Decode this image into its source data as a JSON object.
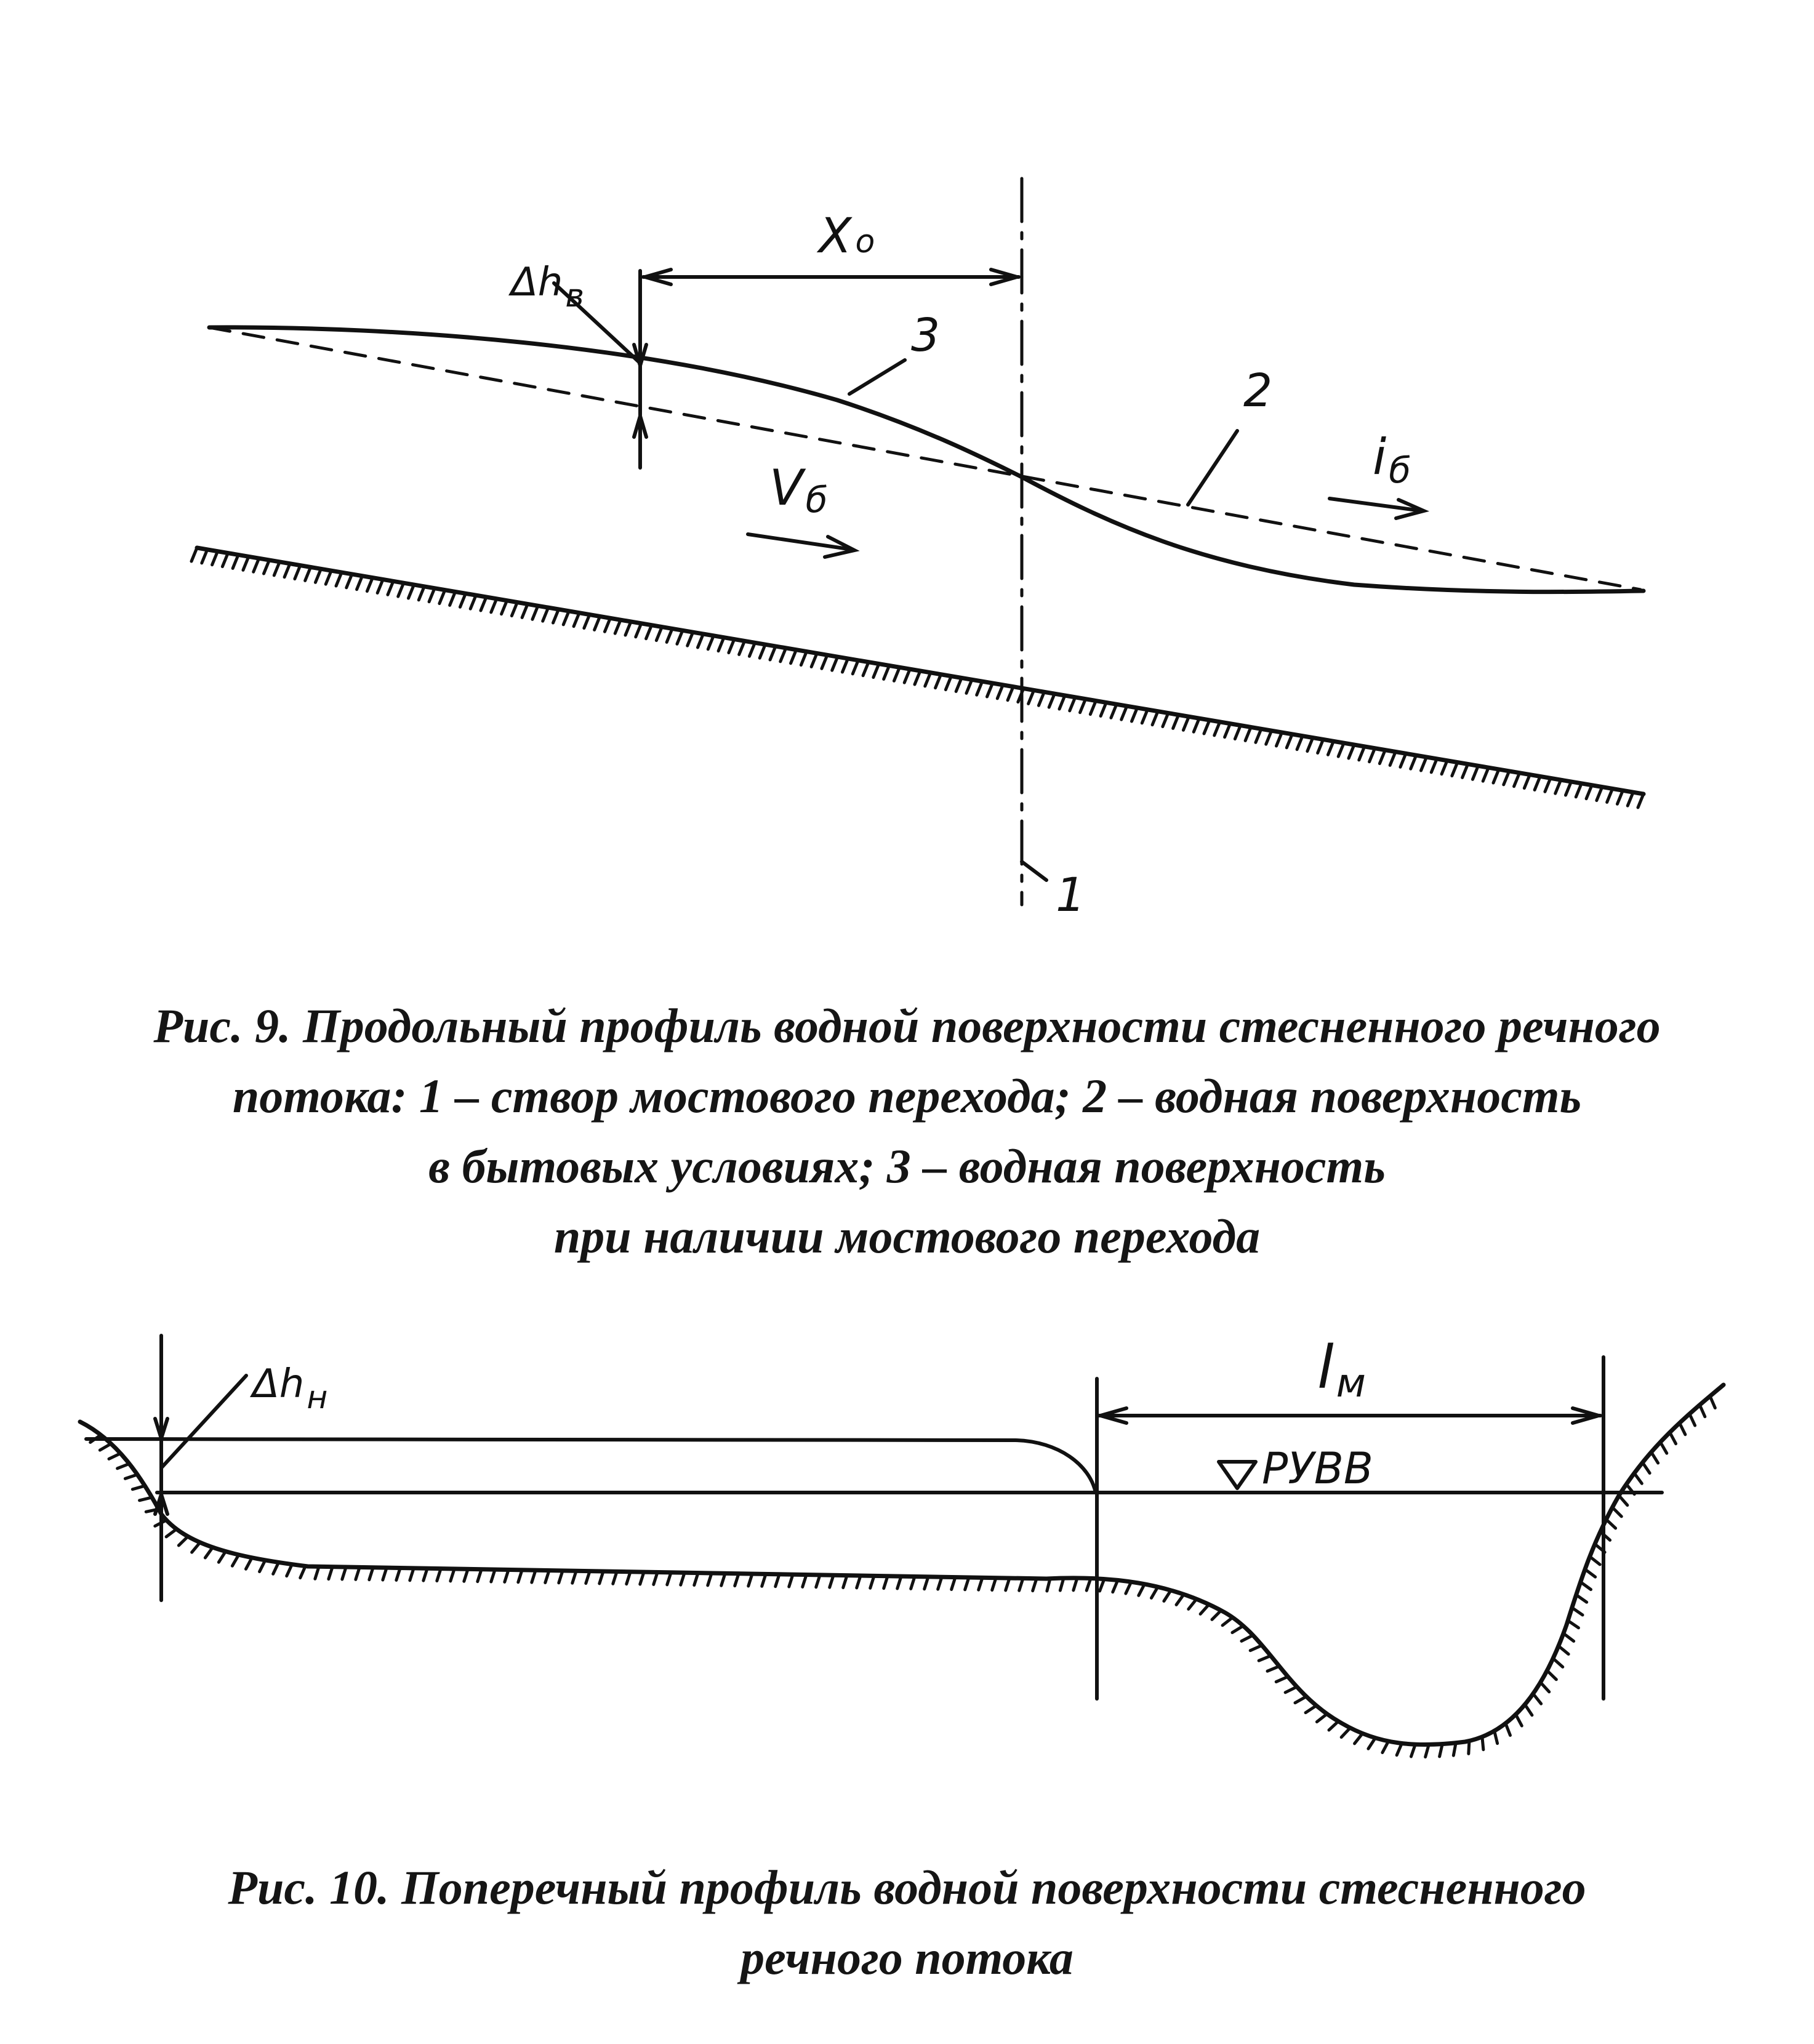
{
  "figure9": {
    "labels": {
      "delta_h": "Δh",
      "delta_h_sub": "в",
      "x0": "X",
      "x0_sub": "o",
      "curve3": "3",
      "curve2": "2",
      "velocity": "V",
      "velocity_sub": "б",
      "slope": "i",
      "slope_sub": "б",
      "section": "1"
    },
    "caption": [
      "Рис. 9. Продольный профиль водной поверхности стесненного речного",
      "потока: 1 – створ мостового перехода; 2 – водная поверхность",
      "в бытовых условиях; 3 – водная поверхность",
      "при наличии мостового перехода"
    ]
  },
  "figure10": {
    "labels": {
      "delta_h": "Δh",
      "delta_h_sub": "н",
      "span": "l",
      "span_sub": "м",
      "level": "РУВВ"
    },
    "caption": [
      "Рис. 10. Поперечный профиль водной поверхности стесненного",
      "речного потока"
    ]
  }
}
